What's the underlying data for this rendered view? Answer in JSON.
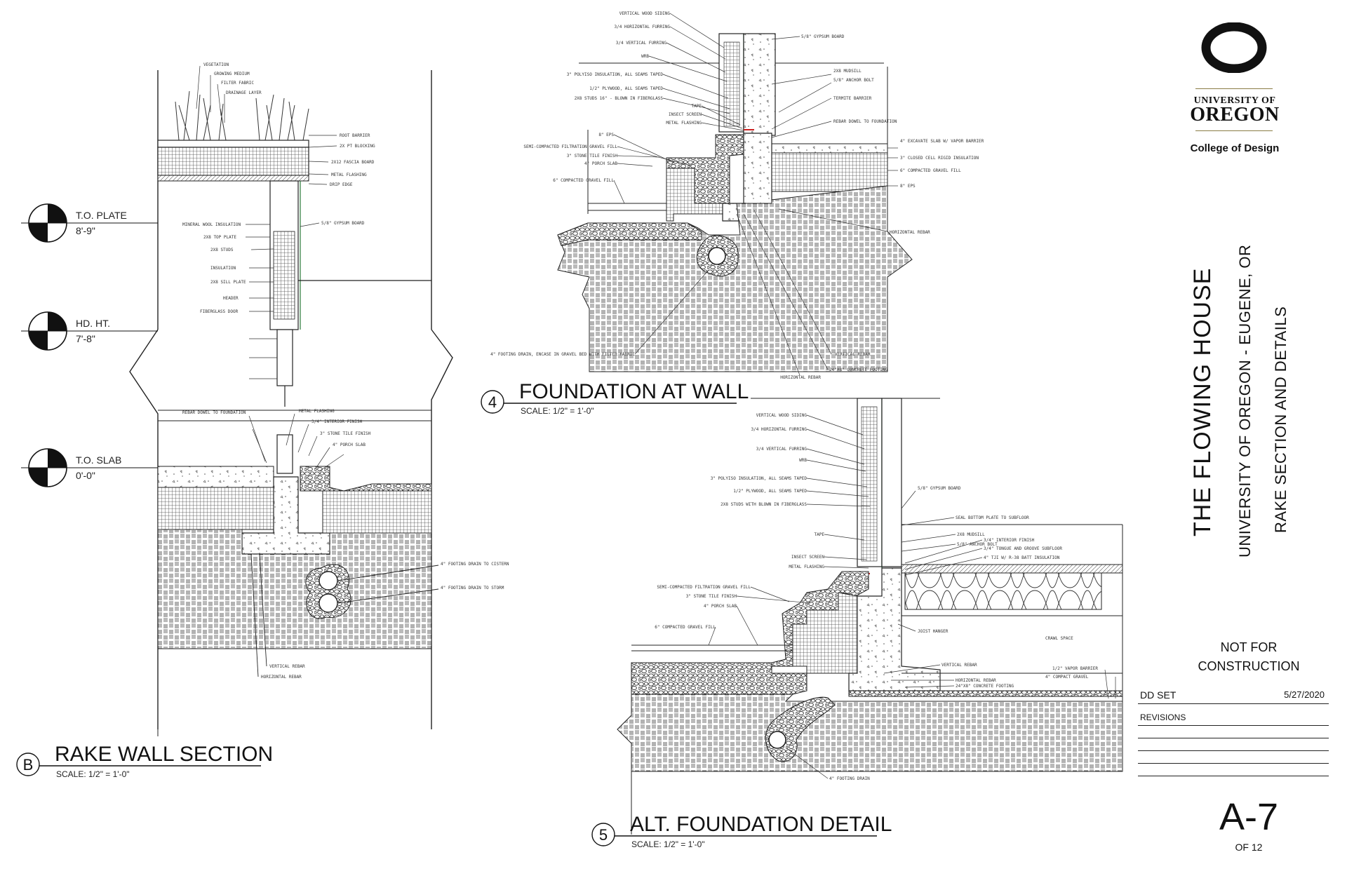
{
  "title_block": {
    "institution_line1": "UNIVERSITY OF",
    "institution_line2": "OREGON",
    "college": "College of Design",
    "project_title": "THE FLOWING HOUSE",
    "location": "UNIVERSITY OF OREGON - EUGENE, OR",
    "sheet_subject": "RAKE SECTION AND DETAILS",
    "stamp_line1": "NOT FOR",
    "stamp_line2": "CONSTRUCTION",
    "set_name": "DD SET",
    "set_date": "5/27/2020",
    "revisions_label": "REVISIONS",
    "sheet_number": "A-7",
    "sheet_total": "OF 12"
  },
  "details": [
    {
      "number": "B",
      "title": "RAKE WALL SECTION",
      "scale": "SCALE: 1/2\" = 1'-0\""
    },
    {
      "number": "4",
      "title": "FOUNDATION AT WALL",
      "scale": "SCALE: 1/2\" = 1'-0\""
    },
    {
      "number": "5",
      "title": "ALT. FOUNDATION DETAIL",
      "scale": "SCALE: 1/2\" = 1'-0\""
    }
  ],
  "levels": [
    {
      "name": "T.O. PLATE",
      "elevation": "8'-9\""
    },
    {
      "name": "HD. HT.",
      "elevation": "7'-8\""
    },
    {
      "name": "T.O. SLAB",
      "elevation": "0'-0\""
    }
  ],
  "labels_detail4_left": [
    "VERTICAL WOOD SIDING",
    "3/4 HORIZONTAL FURRING",
    "3/4 VERTICAL FURRING",
    "WRB",
    "3\" POLYISO INSULATION, ALL SEAMS TAPED",
    "1/2\" PLYWOOD, ALL SEAMS TAPED",
    "2X8 STUDS 16\" - BLOWN IN FIBERGLASS",
    "TAPE",
    "INSECT SCREEN",
    "METAL FLASHING",
    "8\" EPS",
    "SEMI-COMPACTED FILTRATION GRAVEL FILL",
    "3\" STONE TILE FINISH",
    "4\" PORCH SLAB",
    "6\" COMPACTED GRAVEL FILL",
    "4\" FOOTING DRAIN, ENCASE IN GRAVEL BED WITH FILTER FABRIC",
    "HORIZONTAL REBAR"
  ],
  "labels_detail4_right": [
    "5/8\" GYPSUM BOARD",
    "2X8 MUDSILL",
    "5/8\" ANCHOR BOLT",
    "TERMITE BARRIER",
    "REBAR DOWEL TO FOUNDATION",
    "4\" EXCAVATE SLAB W/ VAPOR BARRIER",
    "3\" CLOSED CELL RIGID INSULATION",
    "6\" COMPACTED GRAVEL FILL",
    "8\" EPS",
    "HORIZONTAL REBAR",
    "VERTICAL REBAR",
    "24\"X8\" CONCRETE FOOTING"
  ],
  "labels_detail5_left": [
    "VERTICAL WOOD SIDING",
    "3/4 HORIZONTAL FURRING",
    "3/4 VERTICAL FURRING",
    "WRB",
    "3\" POLYISO INSULATION, ALL SEAMS TAPED",
    "1/2\" PLYWOOD, ALL SEAMS TAPED",
    "2X8 STUDS WITH BLOWN IN FIBERGLASS",
    "TAPE",
    "INSECT SCREEN",
    "METAL FLASHING",
    "SEMI-COMPACTED FILTRATION GRAVEL FILL",
    "3\" STONE TILE FINISH",
    "4\" PORCH SLAB",
    "6\" COMPACTED GRAVEL FILL"
  ],
  "labels_detail5_right": [
    "5/8\" GYPSUM BOARD",
    "SEAL BOTTOM PLATE TO SUBFLOOR",
    "2X8 MUDSILL",
    "5/8\" ANCHOR BOLT",
    "3/4\" INTERIOR FINISH",
    "3/4\" TONGUE AND GROOVE SUBFLOOR",
    "4\" TJI W/ R-38 BATT INSULATION",
    "JOIST HANGER",
    "CRAWL SPACE",
    "VERTICAL REBAR",
    "HORIZONTAL REBAR",
    "24\"X8\" CONCRETE FOOTING",
    "1/2\" VAPOR BARRIER",
    "4\" COMPACT GRAVEL",
    "4\" FOOTING DRAIN"
  ],
  "labels_detailB": [
    "VEGETATION",
    "GROWING MEDIUM",
    "FILTER FABRIC",
    "DRAINAGE LAYER",
    "ROOT BARRIER",
    "2X PT BLOCKING",
    "2X12 FASCIA BOARD",
    "METAL FLASHING",
    "DRIP EDGE",
    "MINERAL WOOL INSULATION",
    "5/8\" GYPSUM BOARD",
    "2X8 TOP PLATE",
    "2X8 STUDS",
    "INSULATION",
    "2X8 SILL PLATE",
    "HEADER",
    "FIBERGLASS DOOR",
    "REBAR DOWEL TO FOUNDATION",
    "METAL FLASHING",
    "3/4\" INTERIOR FINISH",
    "3\" STONE TILE FINISH",
    "4\" PORCH SLAB",
    "4\" FOOTING DRAIN TO CISTERN",
    "4\" FOOTING DRAIN TO STORM",
    "VERTICAL REBAR",
    "HORIZONTAL REBAR"
  ]
}
